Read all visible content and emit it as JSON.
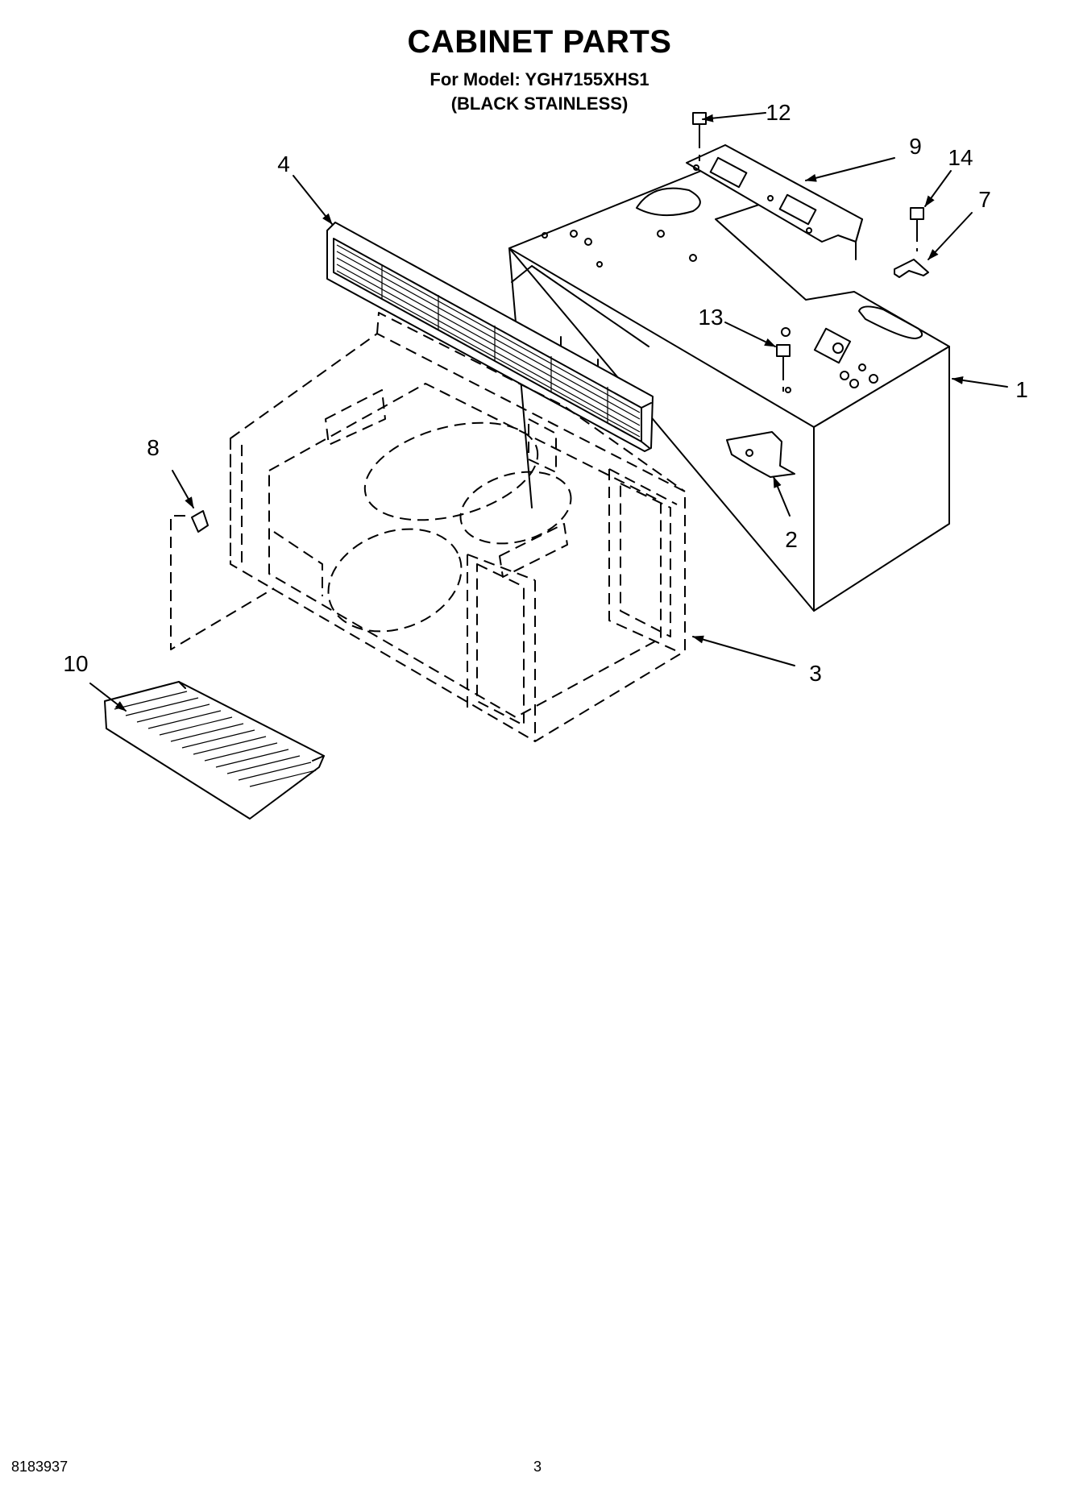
{
  "header": {
    "title": "CABINET PARTS",
    "model_line": "For Model: YGH7155XHS1",
    "finish_line": "(BLACK STAINLESS)"
  },
  "callouts": {
    "c1": "1",
    "c2": "2",
    "c3": "3",
    "c4": "4",
    "c7": "7",
    "c8": "8",
    "c9": "9",
    "c10": "10",
    "c12": "12",
    "c13": "13",
    "c14": "14"
  },
  "footer": {
    "doc_number": "8183937",
    "page_number": "3"
  }
}
